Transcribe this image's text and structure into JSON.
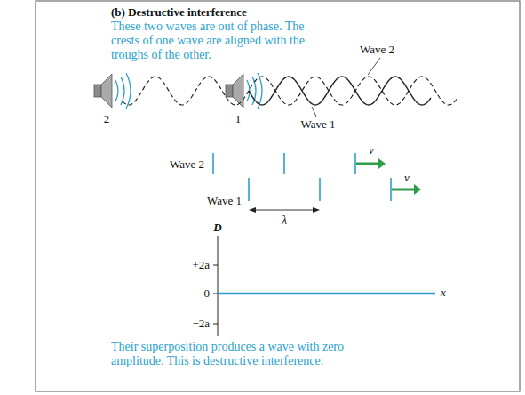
{
  "diagram": {
    "title": "(b) Destructive interference",
    "caption": "Their superposition produces a wave with zero amplitude. This is destructive interference.",
    "labels": [
      "These two waves are out of phase. The crests of one wave are aligned with the troughs of the other.",
      "Wave 2",
      "2",
      "1",
      "Wave 1",
      "Wave 2",
      "Wave 1",
      "λ",
      "v",
      "v",
      "D",
      "+2a",
      "0",
      "−2a",
      "x"
    ]
  }
}
